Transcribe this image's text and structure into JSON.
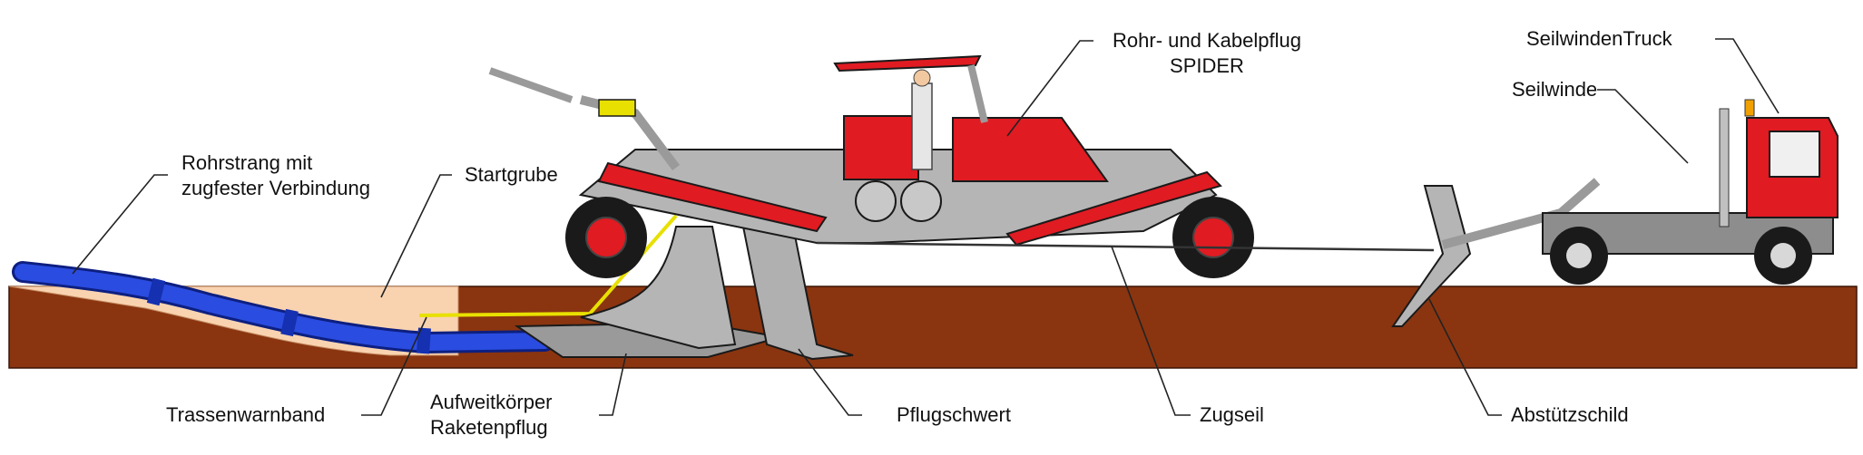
{
  "labels": {
    "rohrstrang_1": "Rohrstrang mit",
    "rohrstrang_2": "zugfester Verbindung",
    "startgrube": "Startgrube",
    "spider_1": "Rohr- und Kabelpflug",
    "spider_2": "SPIDER",
    "seilwindentruck": "SeilwindenTruck",
    "seilwinde": "Seilwinde",
    "trassenwarnband": "Trassenwarnband",
    "aufweit_1": "Aufweitkörper",
    "aufweit_2": "Raketenpflug",
    "pflugschwert": "Pflugschwert",
    "zugseil": "Zugseil",
    "abstuetzschild": "Abstützschild"
  },
  "colors": {
    "soil": "#8a3510",
    "pit": "#f9d3b0",
    "pipe": "#1f3fd6",
    "machine_red": "#e01b22",
    "machine_gray": "#a9a9a9",
    "dark": "#1a1a1a",
    "warn_tape": "#e8e000"
  }
}
